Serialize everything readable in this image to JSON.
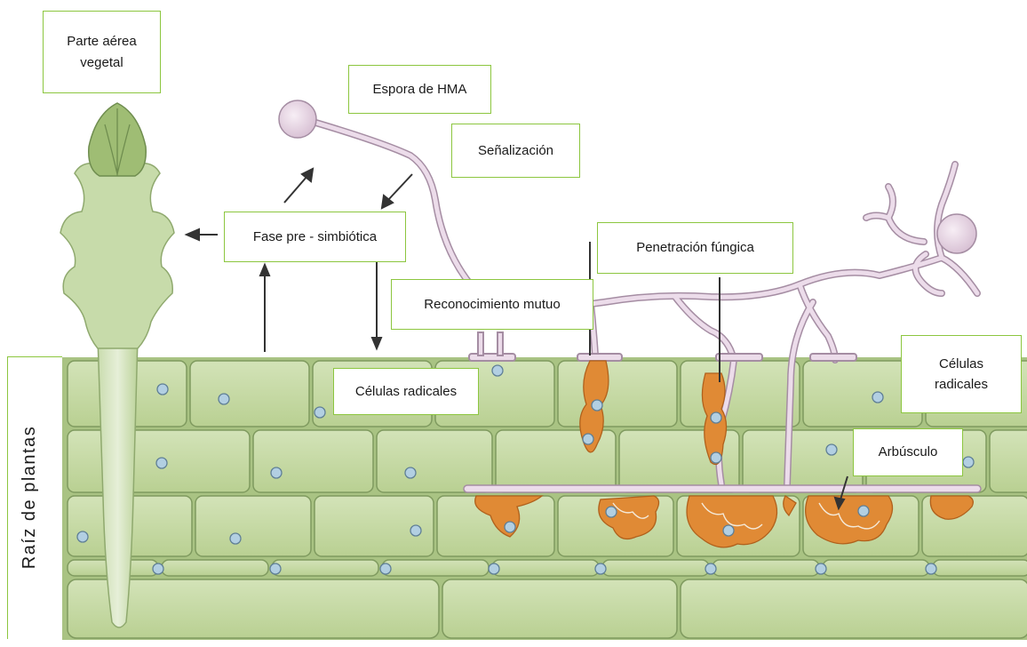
{
  "labels": {
    "aerial_part": "Parte aérea\nvegetal",
    "spore": "Espora de HMA",
    "signaling": "Señalización",
    "presymbiotic": "Fase pre - simbiótica",
    "fungal_penetration": "Penetración fúngica",
    "mutual_recognition": "Reconocimiento mutuo",
    "root_cells_center": "Células radicales",
    "root_cells_right": "Células\nradicales",
    "arbuscule": "Arbúsculo",
    "root_vertical": "Raíz de plantas"
  },
  "colors": {
    "cell_fill": "#c5d8a6",
    "cell_stroke": "#7f9a5f",
    "hypha": "#e9d9e6",
    "hypha_stroke": "#a58da3",
    "spore": "#ecdcea",
    "arbuscule": "#e08a35",
    "label_border": "#8cc63f",
    "nucleus": "#a9c8dc",
    "plant_green": "#b7cf8e"
  }
}
